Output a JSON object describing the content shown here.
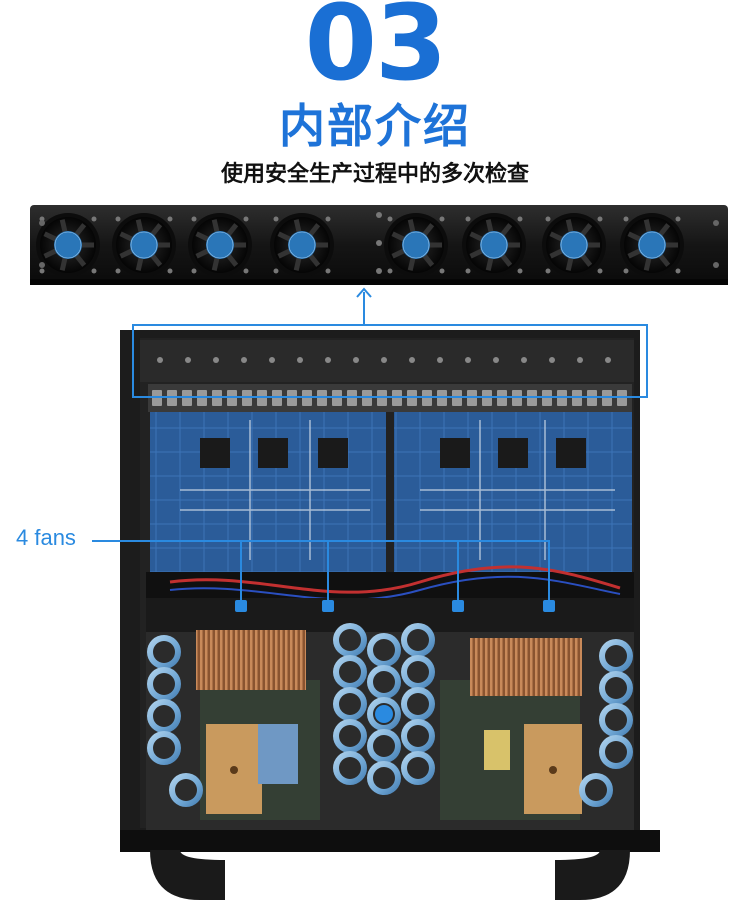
{
  "header": {
    "number": "03",
    "title": "内部介绍",
    "subtitle": "使用安全生产过程中的多次检查"
  },
  "callout": {
    "fans_label": "4 fans"
  },
  "colors": {
    "accent_blue": "#1e73d8",
    "callout_blue": "#2a8ae0",
    "pcb_blue": "#2d5f9e",
    "chassis_black": "#1a1a1a",
    "capacitor_blue": "#7fb3d9",
    "heatsink_copper": "#b5774a"
  },
  "icons": {
    "fan": "fan-icon",
    "arrow": "arrow-up-icon"
  }
}
